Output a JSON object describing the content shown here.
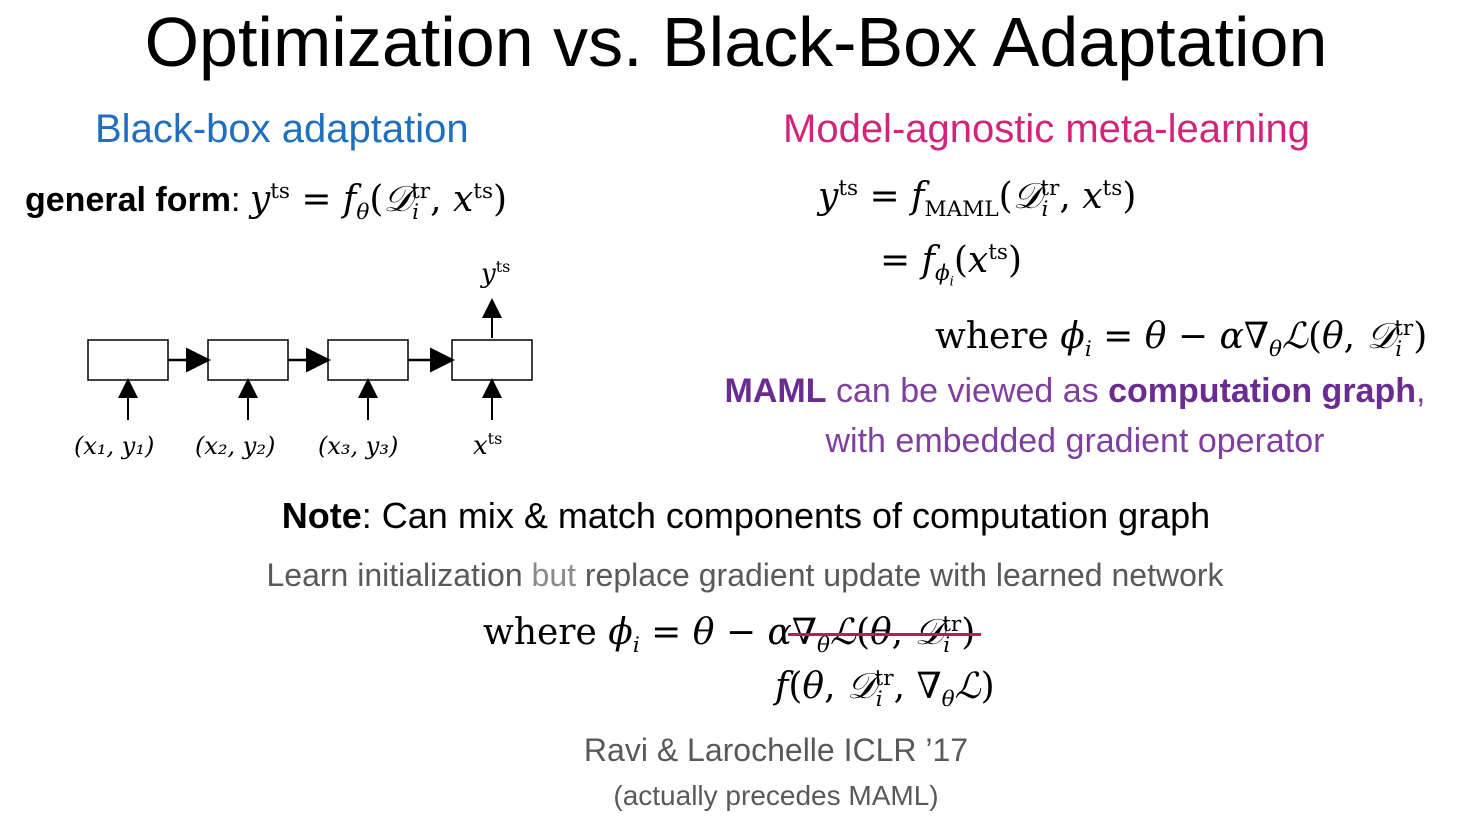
{
  "slide": {
    "title": "Optimization vs. Black-Box Adaptation"
  },
  "left": {
    "header": "Black-box adaptation",
    "general_form_label": "general form",
    "general_form_colon": ":",
    "diagram": {
      "output_label": "y",
      "output_sup": "ts",
      "inputs": [
        "(x₁, y₁)",
        "(x₂, y₂)",
        "(x₃, y₃)"
      ],
      "query_label": "x",
      "query_sup": "ts"
    }
  },
  "right": {
    "header": "Model-agnostic meta-learning",
    "maml_bold": "MAML",
    "maml_text1": " can be viewed as ",
    "maml_bold2": "computation graph",
    "maml_text2": ",",
    "maml_line2": "with embedded gradient operator"
  },
  "bottom": {
    "note_bold": "Note",
    "note_text": ": Can mix & match components of computation graph",
    "learn_part1": "Learn initialization",
    "learn_part2": " but ",
    "learn_part3": "replace gradient update with learned network",
    "citation": "Ravi & Larochelle ICLR ’17",
    "citation_note": "(actually precedes MAML)"
  },
  "colors": {
    "blue_header": "#1f6fc0",
    "pink_header": "#d0257a",
    "purple_text": "#7f3fa0",
    "strike": "#c2185b",
    "gray_text": "#595959"
  }
}
